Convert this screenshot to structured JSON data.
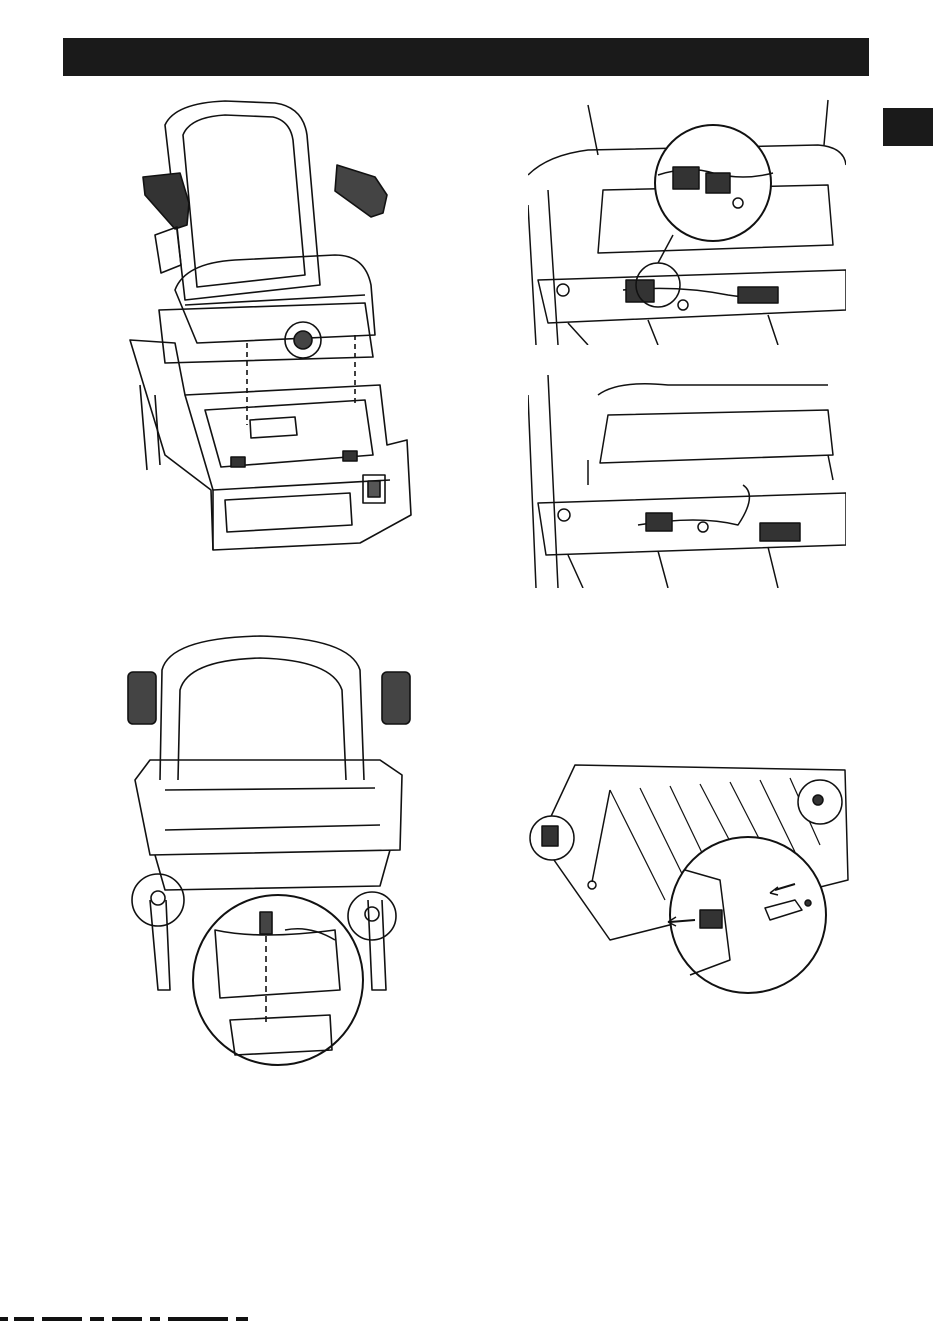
{
  "page": {
    "header_bar_color": "#1a1a1a",
    "side_tab_color": "#1a1a1a",
    "line_color": "#111111"
  },
  "figures": [
    {
      "name": "seat-exploded-view",
      "icon": "seat-mount-illustration"
    },
    {
      "name": "seat-connector-detail",
      "icon": "wiring-connector-illustration"
    },
    {
      "name": "seat-connector-unplugged",
      "icon": "wiring-connector-illustration"
    },
    {
      "name": "seat-rear-bolt-detail",
      "icon": "bolt-detail-illustration"
    },
    {
      "name": "seat-pan-pin-detail",
      "icon": "pin-removal-illustration"
    }
  ]
}
